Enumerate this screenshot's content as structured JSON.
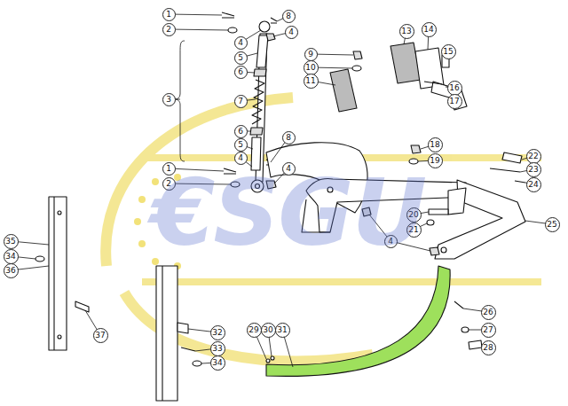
{
  "diagram": {
    "nodes": [
      {
        "text": [
          "1"
        ]
      },
      {
        "text": [
          "8"
        ]
      },
      {
        "text": [
          "2"
        ]
      },
      {
        "text": [
          "13"
        ]
      },
      {
        "text": [
          "14"
        ]
      },
      {
        "text": [
          "4"
        ]
      },
      {
        "text": [
          "4"
        ]
      },
      {
        "text": [
          "15"
        ]
      },
      {
        "text": [
          "9"
        ]
      },
      {
        "text": [
          "5"
        ]
      },
      {
        "text": [
          "10"
        ]
      },
      {
        "text": [
          "6"
        ]
      },
      {
        "text": [
          "11"
        ]
      },
      {
        "text": [
          "16"
        ]
      },
      {
        "text": [
          "3"
        ]
      },
      {
        "text": [
          "7"
        ]
      },
      {
        "text": [
          "17"
        ]
      },
      {
        "text": [
          "6"
        ]
      },
      {
        "text": [
          "8"
        ]
      },
      {
        "text": [
          "18"
        ]
      },
      {
        "text": [
          "5"
        ]
      },
      {
        "text": [
          "22"
        ]
      },
      {
        "text": [
          "4"
        ]
      },
      {
        "text": [
          "19"
        ]
      },
      {
        "text": [
          "1"
        ]
      },
      {
        "text": [
          "4"
        ]
      },
      {
        "text": [
          "23"
        ]
      },
      {
        "text": [
          "2"
        ]
      },
      {
        "text": [
          "24"
        ]
      },
      {
        "text": [
          "20"
        ]
      },
      {
        "text": [
          "25"
        ]
      },
      {
        "text": [
          "21"
        ]
      },
      {
        "text": [
          "4"
        ]
      },
      {
        "text": [
          "35"
        ]
      },
      {
        "text": [
          "34"
        ]
      },
      {
        "text": [
          "36"
        ]
      },
      {
        "text": [
          "26"
        ]
      },
      {
        "text": [
          "27"
        ]
      },
      {
        "text": [
          "29"
        ]
      },
      {
        "text": [
          "30"
        ]
      },
      {
        "text": [
          "31"
        ]
      },
      {
        "text": [
          "32"
        ]
      },
      {
        "text": [
          "37"
        ]
      },
      {
        "text": [
          "28"
        ]
      },
      {
        "text": [
          "33"
        ]
      },
      {
        "text": [
          "34"
        ]
      }
    ],
    "labels": [
      "€SGU"
    ]
  }
}
